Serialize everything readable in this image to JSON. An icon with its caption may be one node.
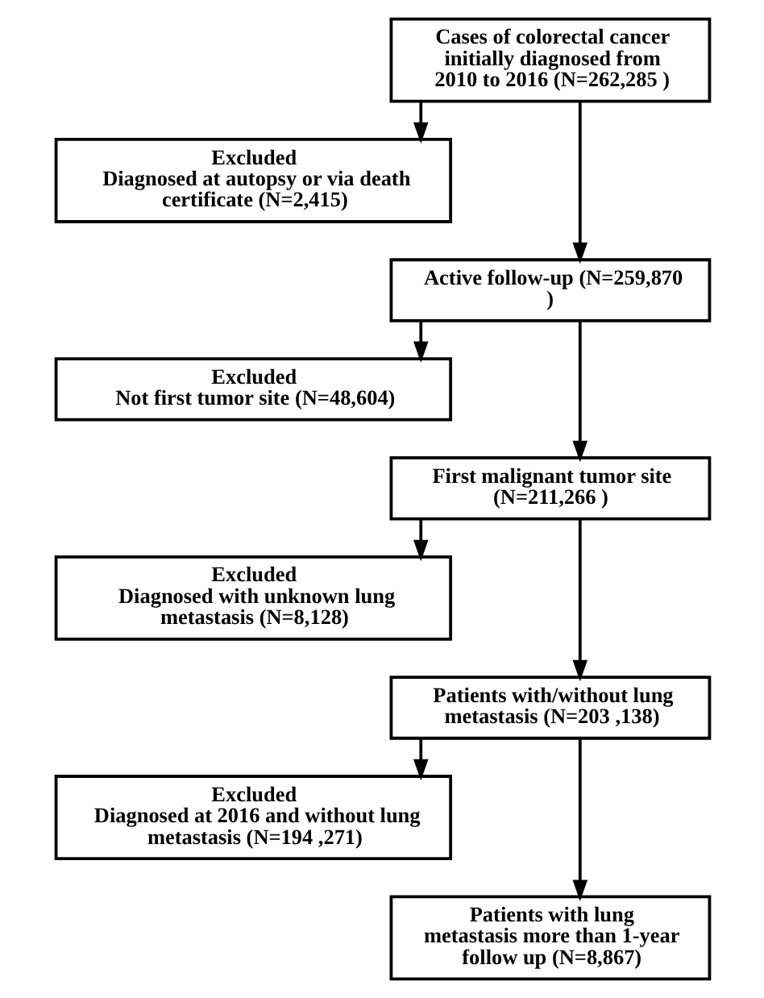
{
  "diagram": {
    "nodes": [
      {
        "text": [
          "Cases of colorectal cancer initially diagnosed from 2010 to 2016 (N=262,285 )"
        ]
      },
      {
        "text": [
          "Excluded",
          "Diagnosed at autopsy or via death certificate (N=2,415)"
        ]
      },
      {
        "text": [
          "Active follow-up (N=259,870 )"
        ]
      },
      {
        "text": [
          "Excluded",
          "Not first tumor site (N=48,604)"
        ]
      },
      {
        "text": [
          "First malignant tumor site (N=211,266 )"
        ]
      },
      {
        "text": [
          "Excluded",
          "Diagnosed with unknown lung metastasis (N=8,128)"
        ]
      },
      {
        "text": [
          "Patients with/without lung metastasis (N=203 ,138)"
        ]
      },
      {
        "text": [
          "Excluded",
          "Diagnosed at 2016 and without lung metastasis (N=194 ,271)"
        ]
      },
      {
        "text": [
          "Patients with lung metastasis more than 1-year follow up (N=8,867)"
        ]
      }
    ],
    "edges": [
      {
        "from": 0,
        "to": 1,
        "arrow": "to"
      },
      {
        "from": 0,
        "to": 2,
        "arrow": "to"
      },
      {
        "from": 2,
        "to": 3,
        "arrow": "to"
      },
      {
        "from": 2,
        "to": 4,
        "arrow": "to"
      },
      {
        "from": 4,
        "to": 5,
        "arrow": "to"
      },
      {
        "from": 4,
        "to": 6,
        "arrow": "to"
      },
      {
        "from": 6,
        "to": 7,
        "arrow": "to"
      },
      {
        "from": 6,
        "to": 8,
        "arrow": "to"
      }
    ]
  }
}
